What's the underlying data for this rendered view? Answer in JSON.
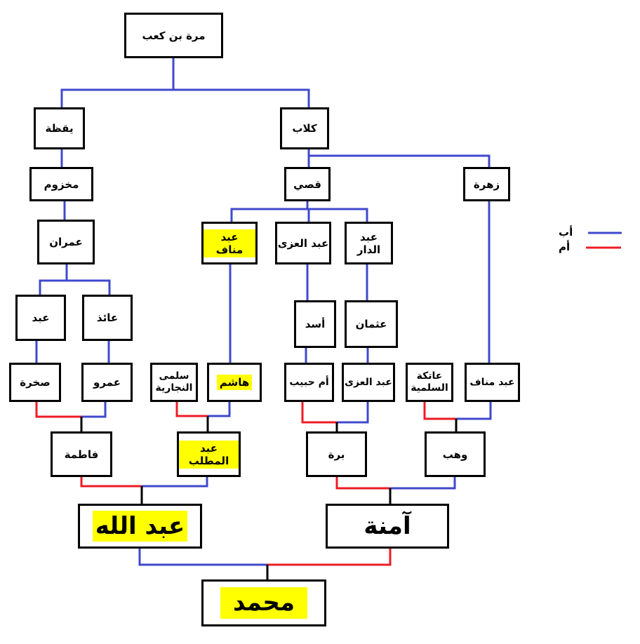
{
  "legend": {
    "father": "أب",
    "mother": "أم",
    "father_color": "#3f48cc",
    "mother_color": "#ed1c24"
  },
  "nodes": {
    "murrah": "مرة بن كعب",
    "yaqazah": "يقظة",
    "kilab": "كلاب",
    "makhzum": "مخزوم",
    "qusay": "قصي",
    "zuhrah": "زهرة",
    "imran": "عمران",
    "abd_manaf_1": "عبد مناف",
    "abd_uzza_1": "عبد العزى",
    "abd_dar": "عبد الدار",
    "abd": "عبد",
    "aidh": "عائذ",
    "asad": "أسد",
    "uthman": "عثمان",
    "sakhrah": "صخرة",
    "amr": "عمرو",
    "salma": "سلمى النجارية",
    "hashim": "هاشم",
    "umm_habib": "أم حبيب",
    "abd_uzza_2": "عبد العزى",
    "atikah": "عاتكة السلمية",
    "abd_manaf_2": "عبد مناف",
    "fatimah": "فاطمة",
    "abd_muttalib": "عبد المطلب",
    "barrah": "برة",
    "wahb": "وهب",
    "abdullah": "عبد الله",
    "aminah": "آمنة",
    "muhammad": "محمد"
  }
}
